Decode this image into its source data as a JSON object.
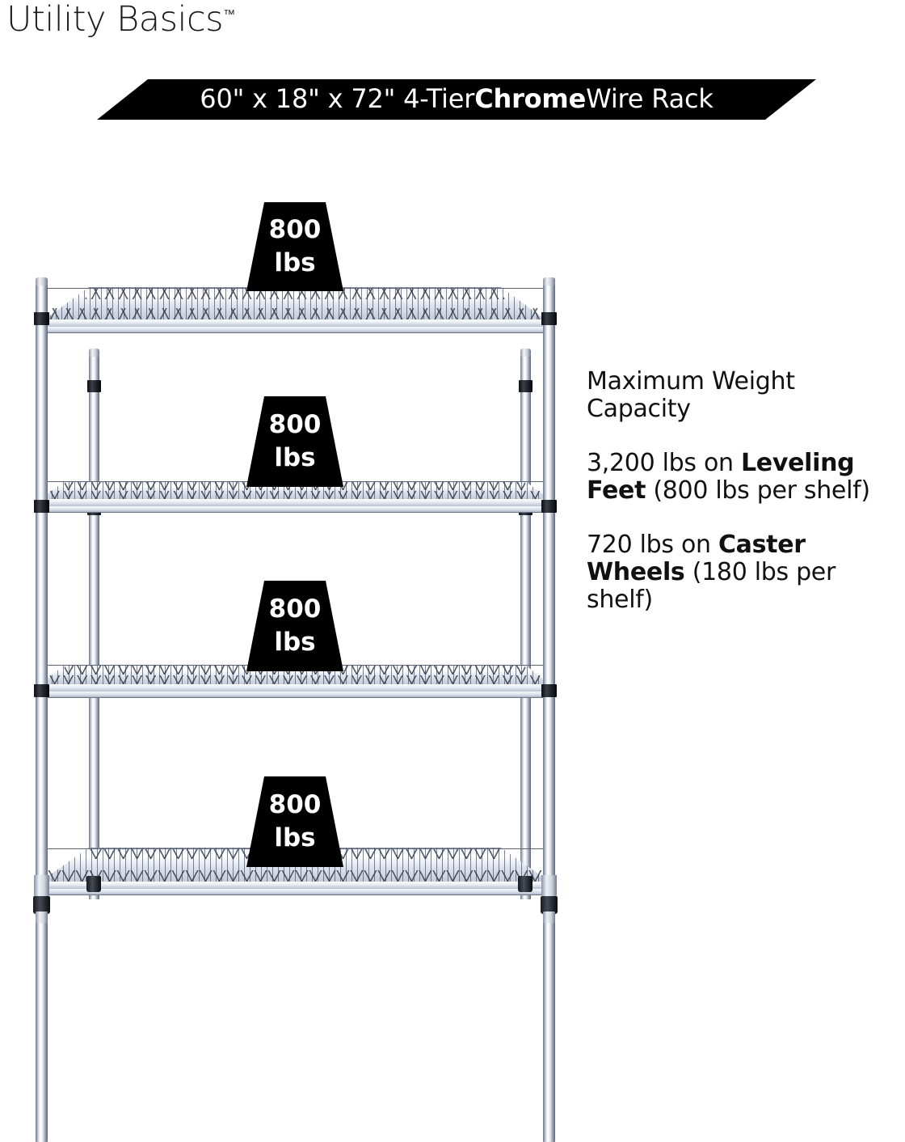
{
  "brand": {
    "name": "Utility Basics",
    "trademark": "™"
  },
  "banner": {
    "prefix": "60\" x 18\" x 72\" 4-Tier ",
    "emphasis": "Chrome",
    "suffix": " Wire Rack",
    "background_color": "#000000",
    "text_color": "#ffffff"
  },
  "info": {
    "heading": "Maximum Weight Capacity",
    "leveling": {
      "lead": "3,200 lbs on ",
      "emphasis": "Leveling Feet",
      "tail": " (800 lbs per shelf)"
    },
    "caster": {
      "lead": "720 lbs on ",
      "emphasis": "Caster Wheels",
      "tail": " (180 lbs per shelf)"
    }
  },
  "product": {
    "shelf_count": 4,
    "callouts": [
      {
        "value": "800",
        "unit": "lbs"
      },
      {
        "value": "800",
        "unit": "lbs"
      },
      {
        "value": "800",
        "unit": "lbs"
      },
      {
        "value": "800",
        "unit": "lbs"
      }
    ],
    "finish_color": "#dfe3ec",
    "wire_color": "#5a6070",
    "accent_color": "#000000"
  }
}
